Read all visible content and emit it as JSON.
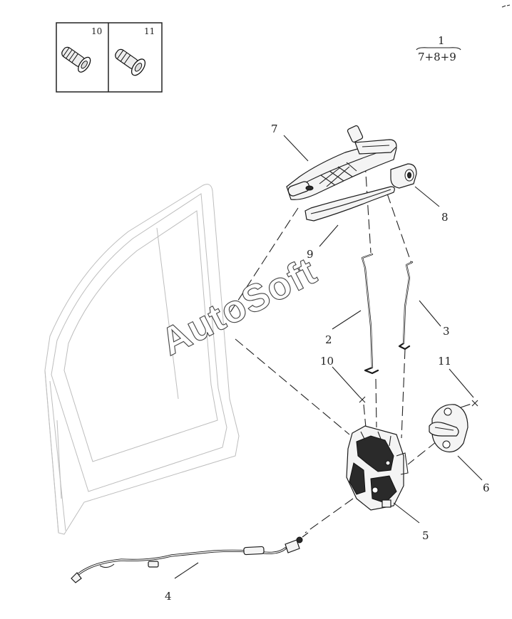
{
  "diagram": {
    "inset_labels": [
      "10",
      "11"
    ],
    "formula": {
      "numerator": "1",
      "denominator": "7+8+9"
    },
    "callouts": [
      "7",
      "8",
      "9",
      "2",
      "3",
      "10",
      "11",
      "5",
      "6",
      "4"
    ],
    "watermark": "AutoSoft"
  }
}
